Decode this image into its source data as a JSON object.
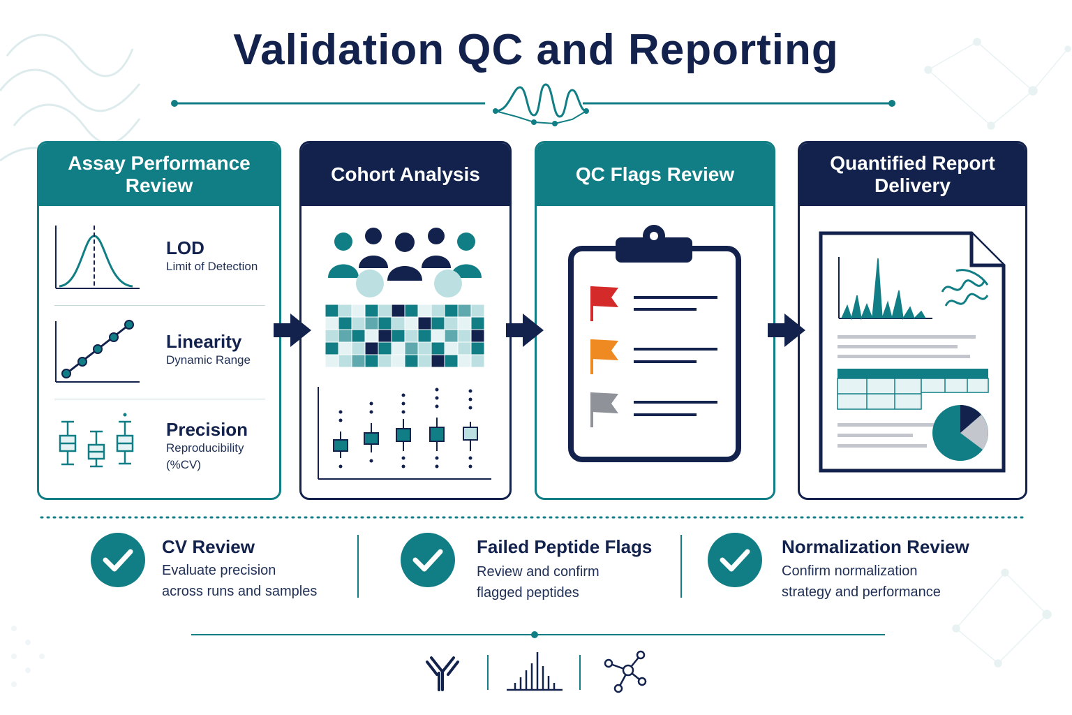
{
  "title": "Validation QC and Reporting",
  "colors": {
    "teal": "#107e84",
    "navy": "#13224c",
    "light_teal": "#bcdfe1",
    "red": "#d42a2a",
    "orange": "#ef8a22",
    "gray": "#8f9399"
  },
  "stages": [
    {
      "title": "Assay Performance Review",
      "style": "teal"
    },
    {
      "title": "Cohort Analysis",
      "style": "navy"
    },
    {
      "title": "QC Flags Review",
      "style": "teal"
    },
    {
      "title": "Quantified Report Delivery",
      "style": "navy"
    }
  ],
  "metrics": [
    {
      "label": "LOD",
      "desc": "Limit of Detection",
      "icon": "gaussian-curve-icon"
    },
    {
      "label": "Linearity",
      "desc": "Dynamic Range",
      "icon": "linear-fit-icon"
    },
    {
      "label": "Precision",
      "desc": "Reproducibility (%CV)",
      "icon": "box-plot-icon"
    }
  ],
  "qc_flags": [
    {
      "color": "red"
    },
    {
      "color": "orange"
    },
    {
      "color": "gray"
    }
  ],
  "checks": [
    {
      "title": "CV Review",
      "desc_line1": "Evaluate precision",
      "desc_line2": "across runs and samples"
    },
    {
      "title": "Failed Peptide Flags",
      "desc_line1": "Review and confirm",
      "desc_line2": "flagged peptides"
    },
    {
      "title": "Normalization Review",
      "desc_line1": "Confirm normalization",
      "desc_line2": "strategy and performance"
    }
  ],
  "footer_icons": [
    "antibody-icon",
    "spectrum-icon",
    "network-icon"
  ]
}
